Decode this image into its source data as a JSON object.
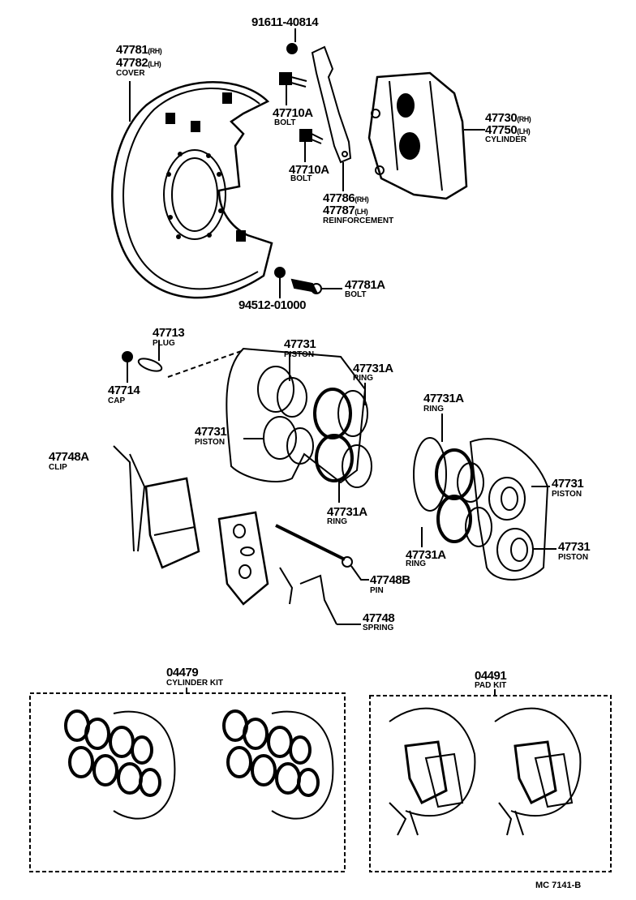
{
  "diagram_code": "MC 7141-B",
  "parts": {
    "nut_top": {
      "number": "91611-40814"
    },
    "cover": {
      "number_rh": "47781",
      "number_lh": "47782",
      "rh": "(RH)",
      "lh": "(LH)",
      "name": "COVER"
    },
    "bolt_upper": {
      "number": "47710A",
      "name": "BOLT"
    },
    "bolt_lower": {
      "number": "47710A",
      "name": "BOLT"
    },
    "reinforcement": {
      "number_rh": "47786",
      "number_lh": "47787",
      "rh": "(RH)",
      "lh": "(LH)",
      "name": "REINFORCEMENT"
    },
    "cylinder": {
      "number_rh": "47730",
      "number_lh": "47750",
      "rh": "(RH)",
      "lh": "(LH)",
      "name": "CYLINDER"
    },
    "cover_bolt": {
      "number": "47781A",
      "name": "BOLT"
    },
    "washer": {
      "number": "94512-01000"
    },
    "plug": {
      "number": "47713",
      "name": "PLUG"
    },
    "cap": {
      "number": "47714",
      "name": "CAP"
    },
    "piston_1": {
      "number": "47731",
      "name": "PISTON"
    },
    "ring_1": {
      "number": "47731A",
      "name": "RING"
    },
    "piston_2": {
      "number": "47731",
      "name": "PISTON"
    },
    "ring_2": {
      "number": "47731A",
      "name": "RING"
    },
    "clip": {
      "number": "47748A",
      "name": "CLIP"
    },
    "piston_3": {
      "number": "47731",
      "name": "PISTON"
    },
    "ring_3": {
      "number": "47731A",
      "name": "RING"
    },
    "ring_4": {
      "number": "47731A",
      "name": "RING"
    },
    "piston_4": {
      "number": "47731",
      "name": "PISTON"
    },
    "pin": {
      "number": "47748B",
      "name": "PIN"
    },
    "spring": {
      "number": "47748",
      "name": "SPRING"
    }
  },
  "kits": {
    "cylinder_kit": {
      "number": "04479",
      "name": "CYLINDER KIT"
    },
    "pad_kit": {
      "number": "04491",
      "name": "PAD KIT"
    }
  }
}
